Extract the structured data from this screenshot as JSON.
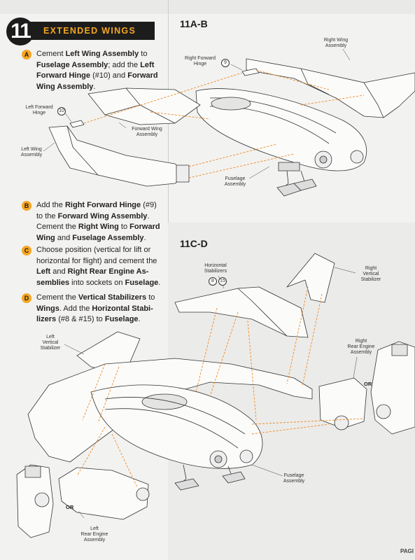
{
  "header": {
    "step_number": "11",
    "title": "EXTENDED WINGS"
  },
  "sections": {
    "a_b": "11A-B",
    "c_d": "11C-D"
  },
  "instructions": [
    {
      "letter": "A",
      "html": "Cement <b>Left Wing Assembly</b> to <b>Fuselage Assembly</b>; add the <b>Left Forward Hinge</b> (#10) and <b>Forward Wing Assembly</b>."
    },
    {
      "letter": "B",
      "html": "Add the <b>Right Forward Hinge</b> (#9) to the <b>Forward Wing Assembly</b>. Cement the <b>Right Wing</b> to <b>Forward Wing</b> and <b>Fuselage Assembly</b>."
    },
    {
      "letter": "C",
      "html": "Choose position (vertical for lift or horizontal for flight) and cement the <b>Left</b> and <b>Right Rear Engine As-semblies</b> into sockets on <b>Fuselage</b>."
    },
    {
      "letter": "D",
      "html": "Cement the <b>Vertical Stabilizers</b> to <b>Wings</b>. Add the <b>Horizontal Stabi-lizers</b> (#8 &amp; #15) to <b>Fuselage</b>."
    }
  ],
  "callouts": {
    "right_wing_assembly": "Right Wing\nAssembly",
    "right_forward_hinge": "Right Forward\nHinge",
    "right_forward_hinge_num": "9",
    "left_forward_hinge": "Left Forward\nHinge",
    "left_forward_hinge_num": "10",
    "forward_wing_assembly": "Forward Wing\nAssembly",
    "left_wing_assembly": "Left Wing\nAssembly",
    "fuselage_assembly_top": "Fuselage\nAssembly",
    "horizontal_stabilizers": "Horizontal\nStabilizers",
    "horizontal_stabilizers_num_1": "8",
    "horizontal_stabilizers_num_2": "15",
    "right_vertical_stabilizer": "Right\nVertical\nStabilizer",
    "left_vertical_stabilizer": "Left\nVertical\nStabilizer",
    "right_rear_engine_assembly": "Right\nRear Engine\nAssembly",
    "or_right": "OR",
    "fuselage_assembly_bottom": "Fuselage\nAssembly",
    "or_left": "OR",
    "left_rear_engine_assembly": "Left\nRear Engine\nAssembly"
  },
  "footer": {
    "page_label": "PAGI"
  },
  "colors": {
    "accent": "#f5a623",
    "dark": "#1c1c1c",
    "guide_line": "#f08a24"
  }
}
